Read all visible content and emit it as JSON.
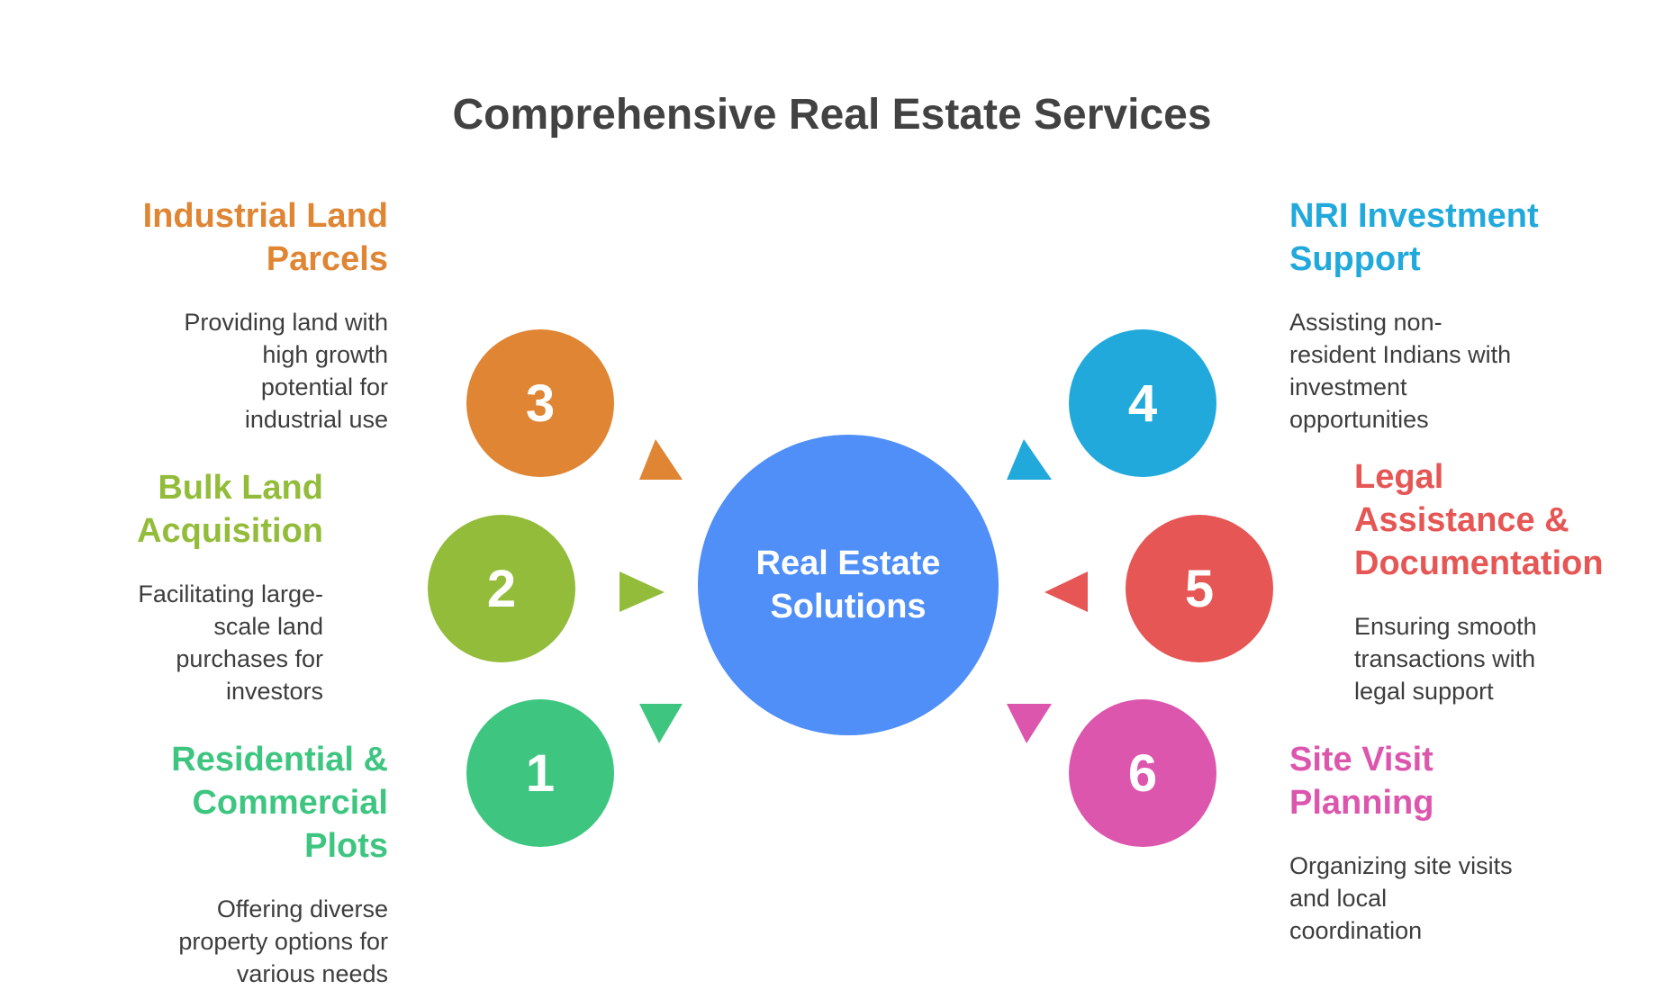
{
  "title": "Comprehensive Real Estate Services",
  "center": {
    "line1": "Real Estate",
    "line2": "Solutions",
    "color": "#4f8ff7"
  },
  "items": [
    {
      "number": "1",
      "color": "#3ec681",
      "head": [
        "Residential &",
        "Commercial",
        "Plots"
      ],
      "desc": [
        "Offering diverse",
        "property options for",
        "various needs"
      ]
    },
    {
      "number": "2",
      "color": "#93bc3a",
      "head": [
        "Bulk Land",
        "Acquisition"
      ],
      "desc": [
        "Facilitating large-",
        "scale land",
        "purchases for",
        "investors"
      ]
    },
    {
      "number": "3",
      "color": "#df8533",
      "head": [
        "Industrial Land",
        "Parcels"
      ],
      "desc": [
        "Providing land with",
        "high growth",
        "potential for",
        "industrial use"
      ]
    },
    {
      "number": "4",
      "color": "#22a9dc",
      "head": [
        "NRI Investment",
        "Support"
      ],
      "desc": [
        "Assisting non-",
        "resident Indians with",
        "investment",
        "opportunities"
      ]
    },
    {
      "number": "5",
      "color": "#e55654",
      "head": [
        "Legal",
        "Assistance &",
        "Documentation"
      ],
      "desc": [
        "Ensuring smooth",
        "transactions with",
        "legal support"
      ]
    },
    {
      "number": "6",
      "color": "#dc56ae",
      "head": [
        "Site Visit",
        "Planning"
      ],
      "desc": [
        "Organizing site visits",
        "and local",
        "coordination"
      ]
    }
  ]
}
